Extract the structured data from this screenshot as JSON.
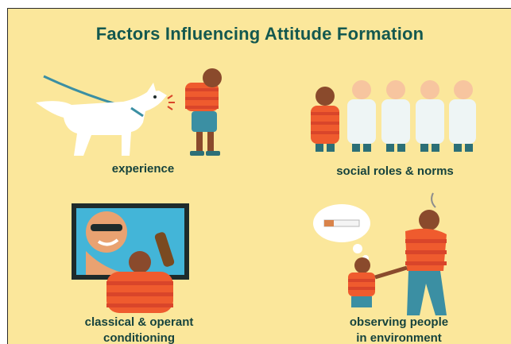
{
  "title": "Factors Influencing Attitude Formation",
  "factors": [
    {
      "label": "experience",
      "icon": "dog-barking-at-scared-person"
    },
    {
      "label": "social roles & norms",
      "icon": "person-in-line-of-uniform-people"
    },
    {
      "label_line1": "classical & operant",
      "label_line2": "conditioning",
      "icon": "beer-advert-on-tv"
    },
    {
      "label_line1": "observing people",
      "label_line2": "in environment",
      "icon": "child-watching-adult-smoke"
    }
  ],
  "colors": {
    "background": "#fbe79b",
    "title": "#13584f",
    "stripe_orange": "#ef5b2e",
    "stripe_red": "#d9452a",
    "teal": "#3b8fa3",
    "skin_dark": "#8a4a2c",
    "skin_light": "#f7c59f"
  }
}
